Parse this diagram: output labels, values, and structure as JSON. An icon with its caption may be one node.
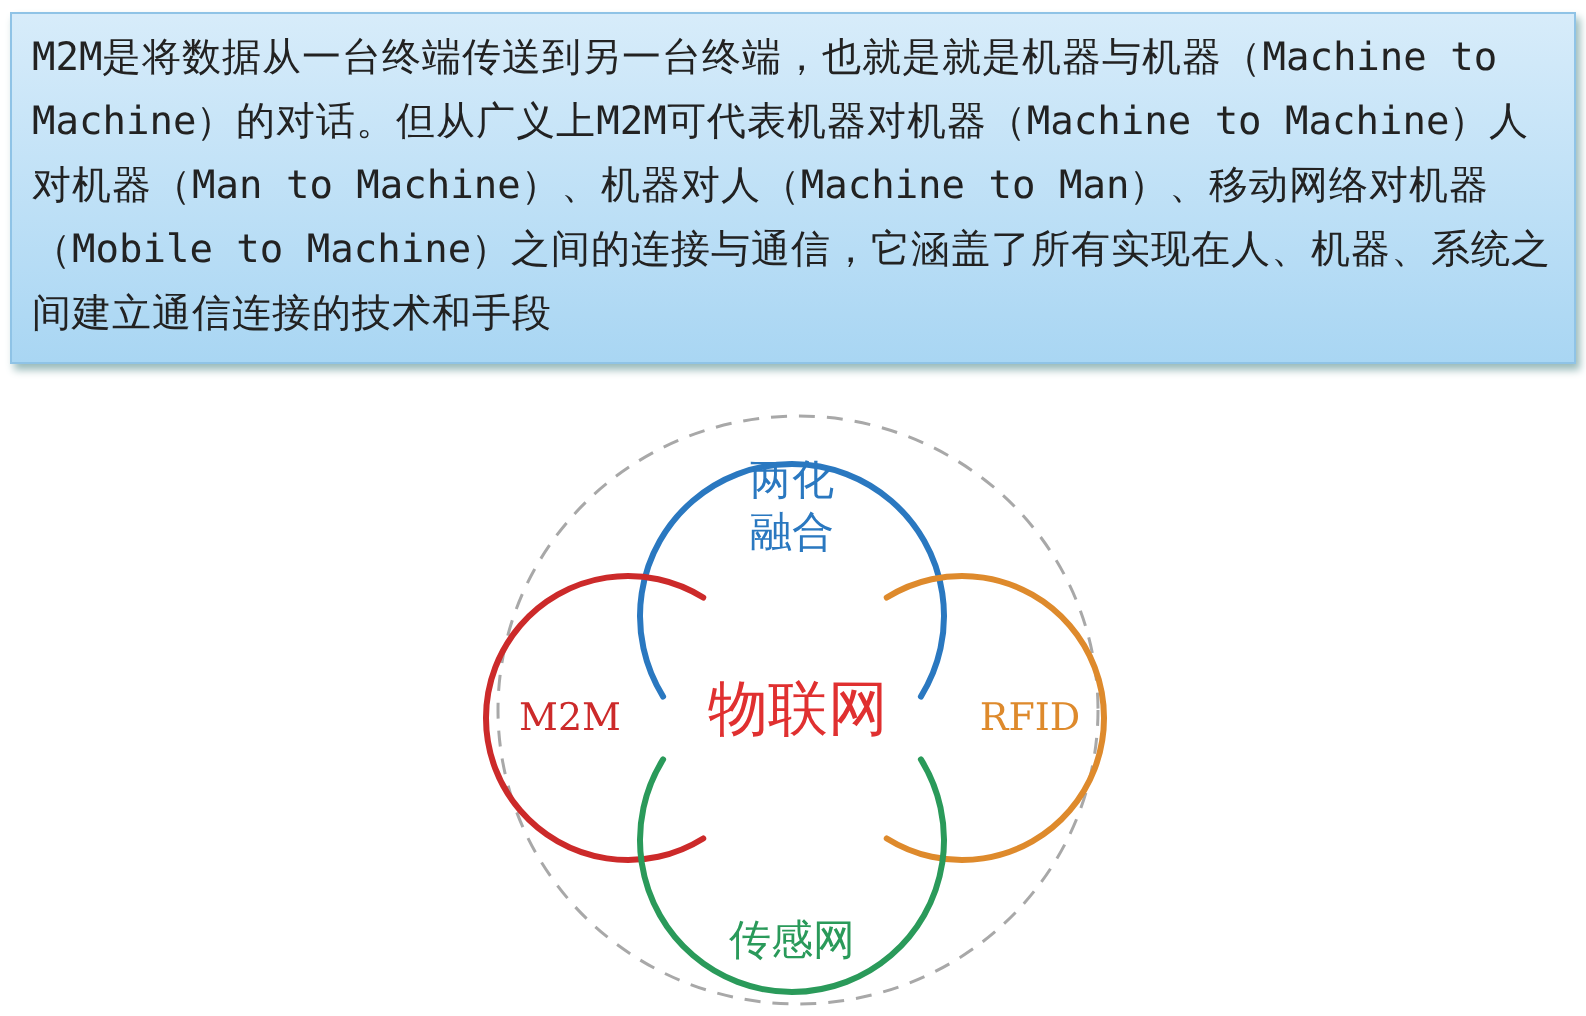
{
  "diagram": {
    "nodes": [
      {
        "text": [
          "M2M是将数据从一台终端传送到另一台终端，也就是就是机器与机器（Machine to Machine）的对话。但从广义上M2M可代表机器对机器（Machine to Machine）人对机器（Man to Machine）、机器对人（Machine to Man）、移动网络对机器（Mobile to Machine）之间的连接与通信，它涵盖了所有实现在人、机器、系统之间建立通信连接的技术和手段"
        ]
      },
      {
        "text": [
          "物联网"
        ]
      },
      {
        "text": [
          "两化融合"
        ],
        "in": 1
      },
      {
        "text": [
          "M2M"
        ],
        "in": 1
      },
      {
        "text": [
          "RFID"
        ],
        "in": 1
      },
      {
        "text": [
          "传感网"
        ],
        "in": 1
      }
    ]
  }
}
